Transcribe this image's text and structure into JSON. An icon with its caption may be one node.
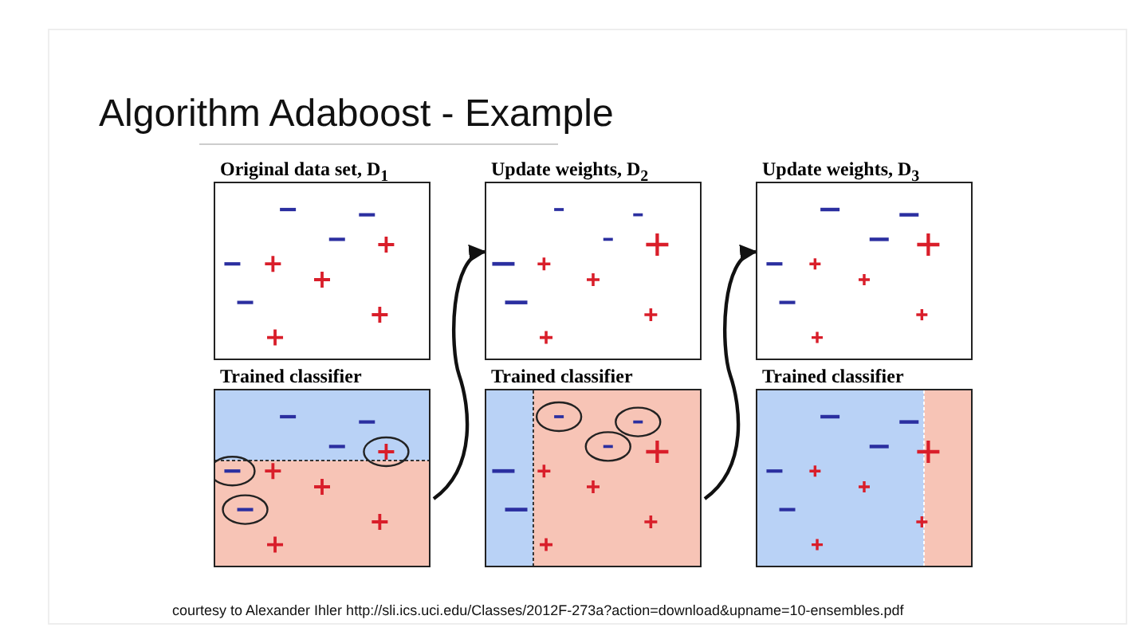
{
  "diagram": {
    "title": "Algorithm Adaboost - Example",
    "caption": "courtesy to Alexander Ihler http://sli.ics.uci.edu/Classes/2012F-273a?action=download&upname=10-ensembles.pdf",
    "nodes": [
      {
        "text": [
          "Original data set, D$_{1}$"
        ]
      },
      {
        "text": [
          "Trained classifier"
        ]
      },
      {
        "text": [
          "Update weights, D$_{2}$"
        ]
      },
      {
        "text": [
          "Trained classifier"
        ]
      },
      {
        "text": [
          "Update weights, D$_{3}$"
        ]
      },
      {
        "text": [
          "Trained classifier"
        ]
      }
    ],
    "edges": [
      {
        "from": 1,
        "to": 2,
        "arrow": "to"
      },
      {
        "from": 3,
        "to": 4,
        "arrow": "to"
      }
    ]
  }
}
